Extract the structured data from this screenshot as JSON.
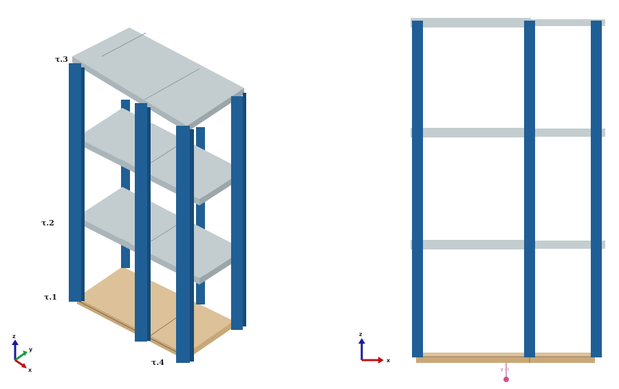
{
  "colors": {
    "column": "#1f5f95",
    "column_side": "#164a78",
    "slab_top": "#c3cdd0",
    "slab_front": "#aab5b9",
    "slab_side": "#9aa6aa",
    "foundation_top": "#dcc199",
    "foundation_front": "#c9a878",
    "foundation_edge": "#7a6650",
    "axis_z": "#1a1a9a",
    "axis_x": "#c01010",
    "axis_y": "#10a040"
  },
  "isometric_view": {
    "labels": [
      "τ.3",
      "τ.2",
      "τ.1",
      "τ.4"
    ],
    "axis_triad": {
      "z": "z",
      "y": "y",
      "x": "x"
    }
  },
  "elevation_view": {
    "axis_triad": {
      "z": "z",
      "x": "x"
    },
    "marker_text": "y - c"
  }
}
